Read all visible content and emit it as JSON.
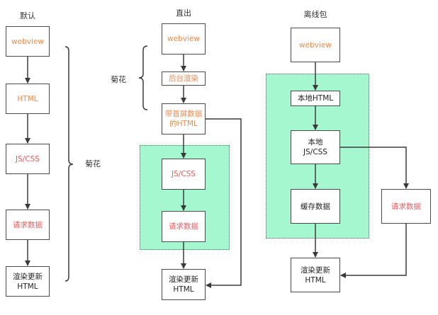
{
  "colors": {
    "orange_text": "#f5884a",
    "red_text": "#f05a5a",
    "green_region": "#a5f7d0",
    "line": "#4a4a4a"
  },
  "columns": [
    {
      "title": "默认",
      "brace_label": "菊花",
      "nodes": [
        {
          "text": "webview",
          "color": "orange"
        },
        {
          "text": "HTML",
          "color": "orange"
        },
        {
          "text": "JS/CSS",
          "color": "red"
        },
        {
          "text": "请求数据",
          "color": "red"
        },
        {
          "line1": "渲染更新",
          "line2": "HTML",
          "color": "dark"
        }
      ]
    },
    {
      "title": "直出",
      "brace_label": "菊花",
      "nodes": [
        {
          "text": "webview",
          "color": "orange"
        },
        {
          "text": "后台渲染",
          "color": "orange"
        },
        {
          "line1": "带首屏数据",
          "line2": "的HTML",
          "color": "orange"
        },
        {
          "text": "JS/CSS",
          "color": "red"
        },
        {
          "text": "请求数据",
          "color": "red"
        },
        {
          "line1": "渲染更新",
          "line2": "HTML",
          "color": "dark"
        }
      ]
    },
    {
      "title": "离线包",
      "nodes": [
        {
          "text": "webview",
          "color": "orange"
        },
        {
          "text": "本地HTML",
          "color": "dark"
        },
        {
          "line1": "本地",
          "line2": "JS/CSS",
          "color": "dark"
        },
        {
          "text": "缓存数据",
          "color": "dark"
        },
        {
          "text": "请求数据",
          "color": "red"
        },
        {
          "line1": "渲染更新",
          "line2": "HTML",
          "color": "dark"
        }
      ]
    }
  ]
}
